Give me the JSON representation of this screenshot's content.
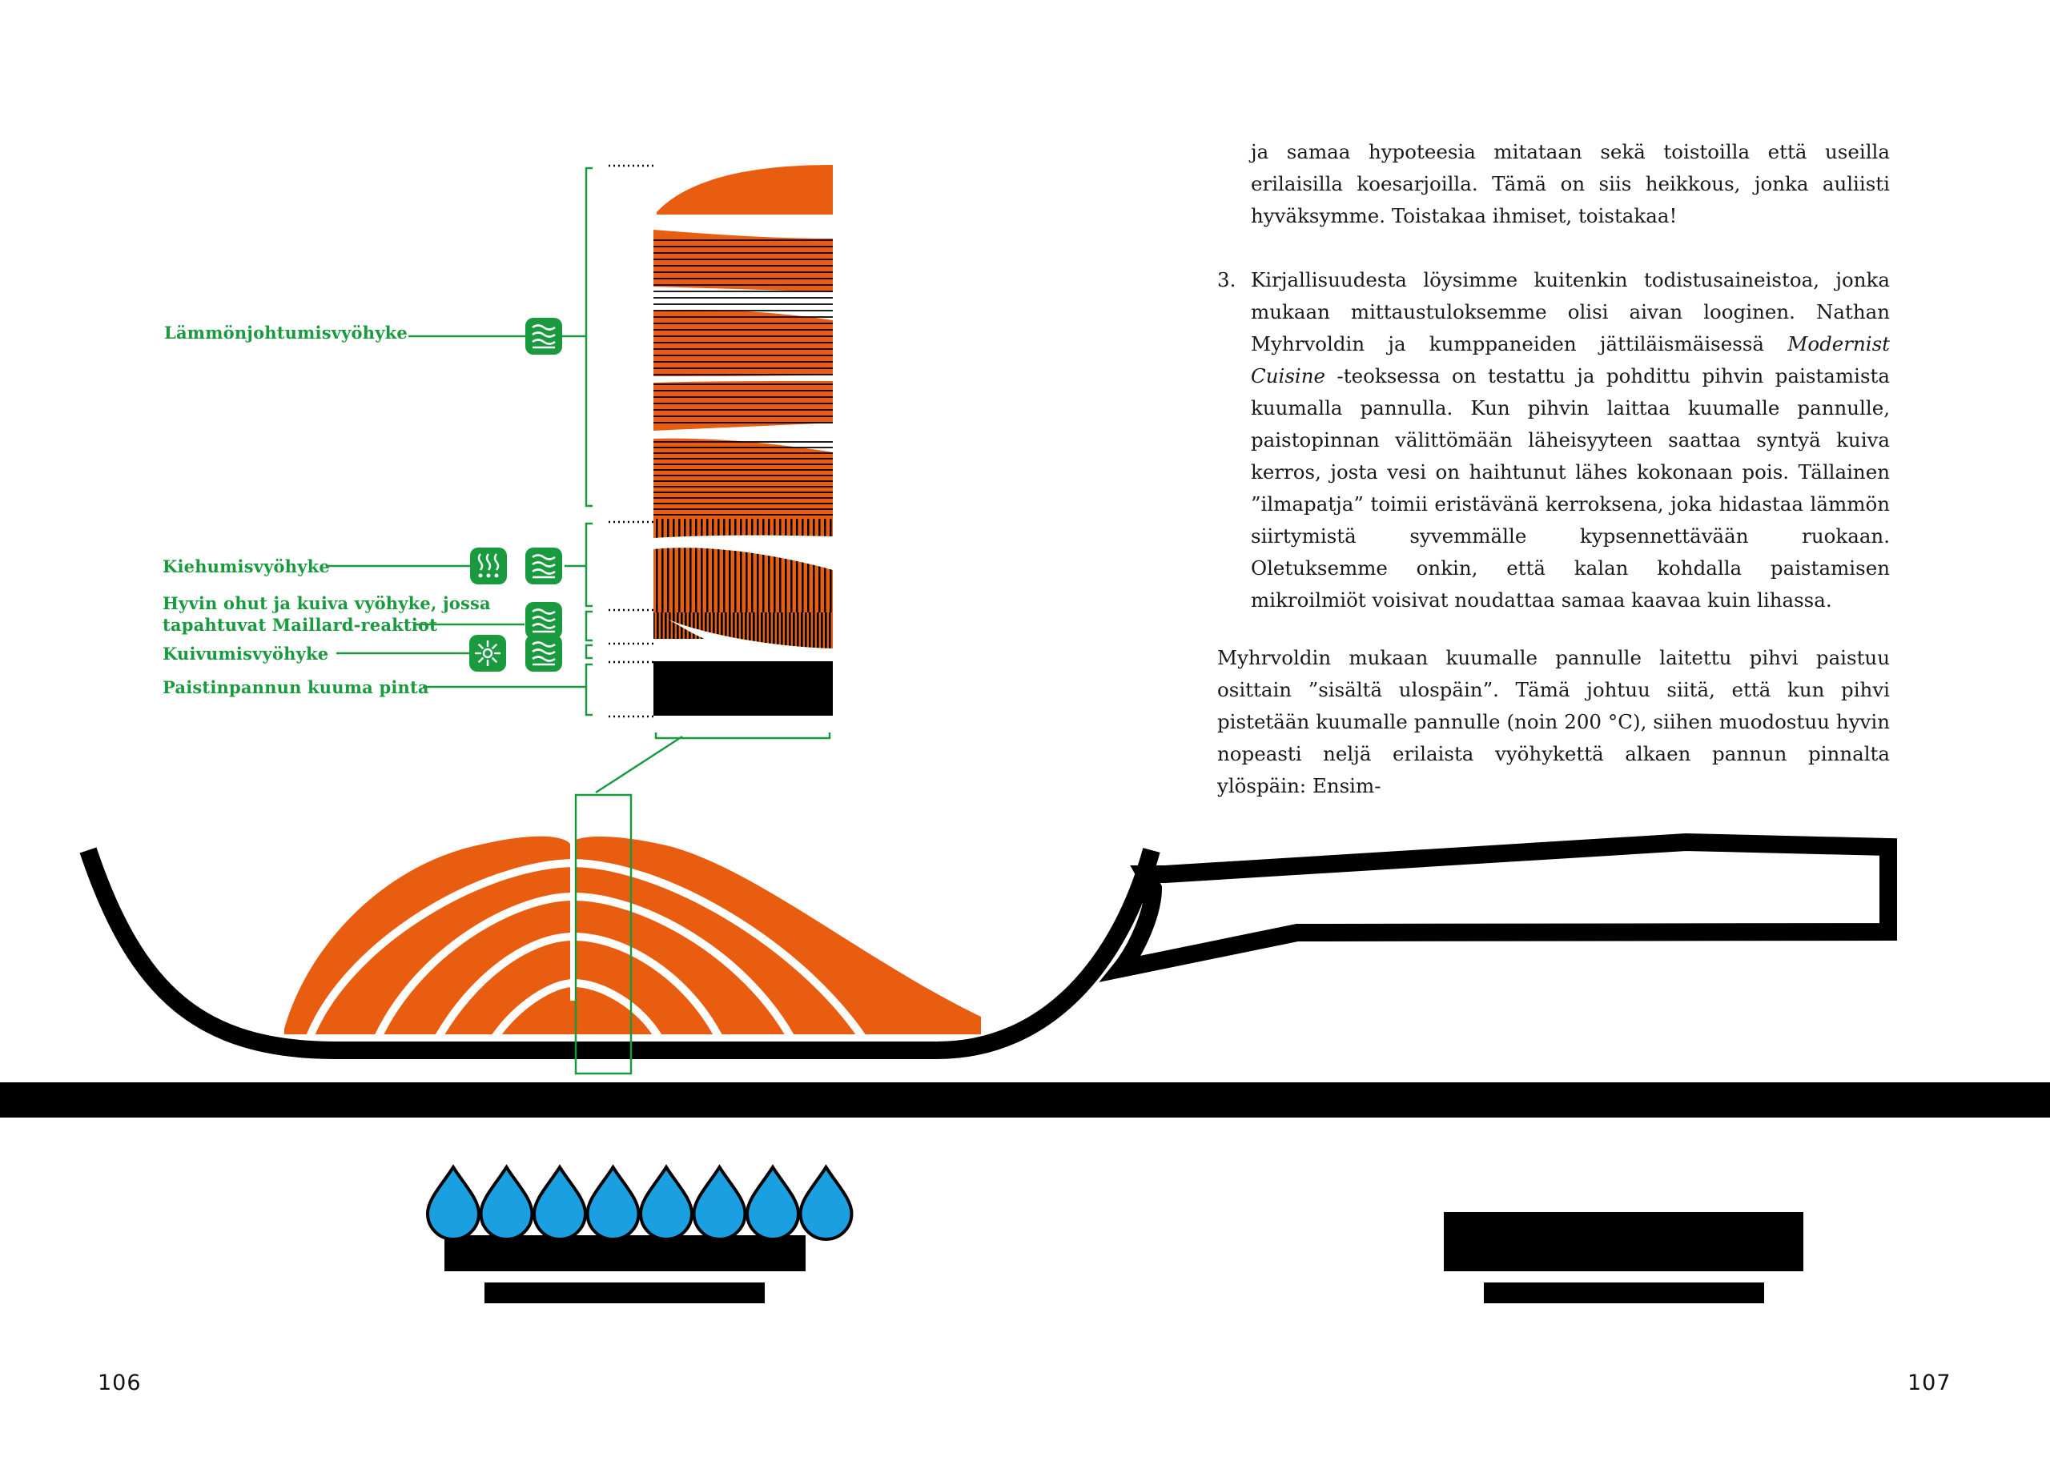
{
  "zone_labels": {
    "conduction": "Lämmönjohtumisvyöhyke",
    "boiling": "Kiehumisvyöhyke",
    "maillard": "Hyvin ohut ja kuiva vyöhyke, jossa\ntapahtuvat Maillard-reaktiot",
    "drying": "Kuivumisvyöhyke",
    "pan_surface": "Paistinpannun kuuma pinta"
  },
  "body": {
    "para1": "ja samaa hypoteesia mitataan sekä toistoilla että useilla erilaisilla koesarjoilla. Tämä on siis heikkous, jonka auliisti hyväksymme. Toistakaa ihmiset, toistakaa!",
    "item3_number": "3.",
    "item3_before": "Kirjallisuudesta löysimme kuitenkin todistusaineistoa, jonka mukaan mittaustuloksemme olisi aivan looginen. Nathan Myhrvoldin ja kumppaneiden jättiläismäisessä ",
    "item3_italic": "Modernist Cuisine",
    "item3_after": " -teoksessa on testattu ja pohdittu pihvin paistamista kuumalla pannulla. Kun pihvin laittaa kuumalle pannulle, paistopinnan välittömään läheisyyteen saattaa syntyä kuiva kerros, josta vesi on haihtunut lähes kokonaan pois. Tällainen ”ilmapatja” toimii eristävänä kerroksena, joka hidastaa lämmön siirtymistä syvemmälle kypsennettävään ruokaan. Oletuksemme onkin, että kalan kohdalla paistamisen mikroilmiöt voisivat noudattaa samaa kaavaa kuin lihassa.",
    "para2": "Myhrvoldin mukaan kuumalle pannulle laitettu pihvi paistuu osittain ”sisältä ulospäin”. Tämä johtuu siitä, että kun pihvi pistetään kuumalle pannulle (noin 200 °C), siihen muodostuu hyvin nopeasti neljä erilaista vyöhykettä alkaen pannun pinnalta ylöspäin: Ensim-"
  },
  "page_numbers": {
    "left": "106",
    "right": "107"
  },
  "colors": {
    "salmon": "#e85d10",
    "green": "#1a9a3e",
    "flame": "#1aa0e0",
    "ink": "#000000"
  },
  "icons": [
    "waves-icon",
    "steam-icon",
    "sun-icon",
    "burner-flame-icon",
    "frying-pan-icon",
    "salmon-fillet-icon"
  ]
}
